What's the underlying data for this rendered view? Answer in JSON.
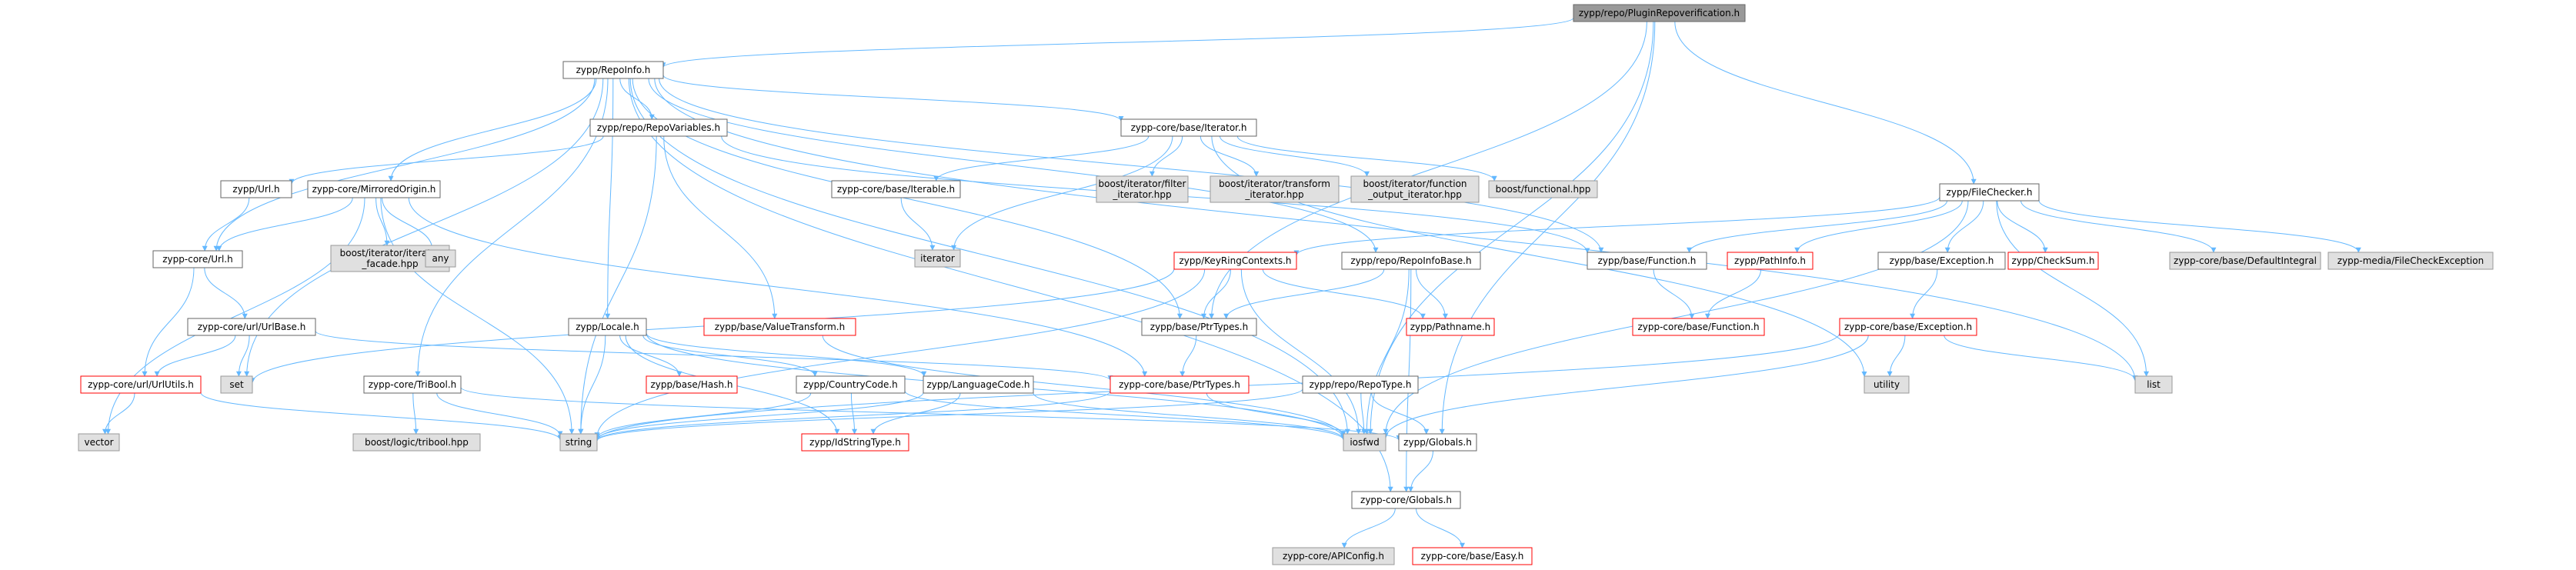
{
  "graph": {
    "nodes": [
      {
        "id": "root",
        "lines": [
          "zypp/repo/PluginRepoverification.h"
        ],
        "style": "root"
      },
      {
        "id": "repoinfo",
        "lines": [
          "zypp/RepoInfo.h"
        ],
        "style": "normal"
      },
      {
        "id": "filechecker",
        "lines": [
          "zypp/FileChecker.h"
        ],
        "style": "normal"
      },
      {
        "id": "repovariables",
        "lines": [
          "zypp/repo/RepoVariables.h"
        ],
        "style": "normal"
      },
      {
        "id": "iterator_h",
        "lines": [
          "zypp-core/base/Iterator.h"
        ],
        "style": "normal"
      },
      {
        "id": "url_h",
        "lines": [
          "zypp/Url.h"
        ],
        "style": "normal"
      },
      {
        "id": "mirroredorigin",
        "lines": [
          "zypp-core/MirroredOrigin.h"
        ],
        "style": "normal"
      },
      {
        "id": "iterable",
        "lines": [
          "zypp-core/base/Iterable.h"
        ],
        "style": "normal"
      },
      {
        "id": "filter_iter",
        "lines": [
          "boost/iterator/filter",
          "_iterator.hpp"
        ],
        "style": "gray"
      },
      {
        "id": "transform_iter",
        "lines": [
          "boost/iterator/transform",
          "_iterator.hpp"
        ],
        "style": "gray"
      },
      {
        "id": "function_output_iter",
        "lines": [
          "boost/iterator/function",
          "_output_iterator.hpp"
        ],
        "style": "gray"
      },
      {
        "id": "boost_functional",
        "lines": [
          "boost/functional.hpp"
        ],
        "style": "gray"
      },
      {
        "id": "iterator_std",
        "lines": [
          "iterator"
        ],
        "style": "gray"
      },
      {
        "id": "iterator_facade",
        "lines": [
          "boost/iterator/iterator",
          "_facade.hpp"
        ],
        "style": "gray"
      },
      {
        "id": "any",
        "lines": [
          "any"
        ],
        "style": "gray"
      },
      {
        "id": "corepkg_url",
        "lines": [
          "zypp-core/Url.h"
        ],
        "style": "normal"
      },
      {
        "id": "keyring",
        "lines": [
          "zypp/KeyRingContexts.h"
        ],
        "style": "red"
      },
      {
        "id": "repoinfobase",
        "lines": [
          "zypp/repo/RepoInfoBase.h"
        ],
        "style": "normal"
      },
      {
        "id": "base_function",
        "lines": [
          "zypp/base/Function.h"
        ],
        "style": "normal"
      },
      {
        "id": "pathinfo",
        "lines": [
          "zypp/PathInfo.h"
        ],
        "style": "red"
      },
      {
        "id": "base_exception",
        "lines": [
          "zypp/base/Exception.h"
        ],
        "style": "normal"
      },
      {
        "id": "checksum",
        "lines": [
          "zypp/CheckSum.h"
        ],
        "style": "red"
      },
      {
        "id": "defaultintegral",
        "lines": [
          "zypp-core/base/DefaultIntegral"
        ],
        "style": "gray"
      },
      {
        "id": "filecheckexception",
        "lines": [
          "zypp-media/FileCheckException"
        ],
        "style": "gray"
      },
      {
        "id": "urlbase",
        "lines": [
          "zypp-core/url/UrlBase.h"
        ],
        "style": "normal"
      },
      {
        "id": "locale",
        "lines": [
          "zypp/Locale.h"
        ],
        "style": "normal"
      },
      {
        "id": "valuetransform",
        "lines": [
          "zypp/base/ValueTransform.h"
        ],
        "style": "red"
      },
      {
        "id": "ptrtypes",
        "lines": [
          "zypp/base/PtrTypes.h"
        ],
        "style": "normal"
      },
      {
        "id": "pathname",
        "lines": [
          "zypp/Pathname.h"
        ],
        "style": "red"
      },
      {
        "id": "core_function",
        "lines": [
          "zypp-core/base/Function.h"
        ],
        "style": "red"
      },
      {
        "id": "core_exception",
        "lines": [
          "zypp-core/base/Exception.h"
        ],
        "style": "red"
      },
      {
        "id": "urlutils",
        "lines": [
          "zypp-core/url/UrlUtils.h"
        ],
        "style": "red"
      },
      {
        "id": "set",
        "lines": [
          "set"
        ],
        "style": "gray"
      },
      {
        "id": "hash",
        "lines": [
          "zypp/base/Hash.h"
        ],
        "style": "red"
      },
      {
        "id": "countrycode",
        "lines": [
          "zypp/CountryCode.h"
        ],
        "style": "normal"
      },
      {
        "id": "languagecode",
        "lines": [
          "zypp/LanguageCode.h"
        ],
        "style": "normal"
      },
      {
        "id": "core_ptrtypes",
        "lines": [
          "zypp-core/base/PtrTypes.h"
        ],
        "style": "red"
      },
      {
        "id": "repotype",
        "lines": [
          "zypp/repo/RepoType.h"
        ],
        "style": "normal"
      },
      {
        "id": "utility",
        "lines": [
          "utility"
        ],
        "style": "gray"
      },
      {
        "id": "list",
        "lines": [
          "list"
        ],
        "style": "gray"
      },
      {
        "id": "tribool",
        "lines": [
          "zypp-core/TriBool.h"
        ],
        "style": "normal"
      },
      {
        "id": "vector",
        "lines": [
          "vector"
        ],
        "style": "gray"
      },
      {
        "id": "boost_tribool",
        "lines": [
          "boost/logic/tribool.hpp"
        ],
        "style": "gray"
      },
      {
        "id": "string",
        "lines": [
          "string"
        ],
        "style": "gray"
      },
      {
        "id": "idstringtype",
        "lines": [
          "zypp/IdStringType.h"
        ],
        "style": "red"
      },
      {
        "id": "iosfwd",
        "lines": [
          "iosfwd"
        ],
        "style": "gray"
      },
      {
        "id": "globals",
        "lines": [
          "zypp/Globals.h"
        ],
        "style": "normal"
      },
      {
        "id": "core_globals",
        "lines": [
          "zypp-core/Globals.h"
        ],
        "style": "normal"
      },
      {
        "id": "apiconfig",
        "lines": [
          "zypp-core/APIConfig.h"
        ],
        "style": "gray"
      },
      {
        "id": "easy",
        "lines": [
          "zypp-core/base/Easy.h"
        ],
        "style": "red"
      }
    ],
    "edges": [
      [
        "root",
        "repoinfo"
      ],
      [
        "root",
        "filechecker"
      ],
      [
        "root",
        "ptrtypes"
      ],
      [
        "root",
        "iosfwd"
      ],
      [
        "root",
        "globals"
      ],
      [
        "repoinfo",
        "repovariables"
      ],
      [
        "repoinfo",
        "iterator_h"
      ],
      [
        "repoinfo",
        "corepkg_url"
      ],
      [
        "repoinfo",
        "mirroredorigin"
      ],
      [
        "repoinfo",
        "repoinfobase"
      ],
      [
        "repoinfo",
        "base_function"
      ],
      [
        "repoinfo",
        "locale"
      ],
      [
        "repoinfo",
        "tribool"
      ],
      [
        "repoinfo",
        "set"
      ],
      [
        "repoinfo",
        "list"
      ],
      [
        "repoinfo",
        "core_globals"
      ],
      [
        "repoinfo",
        "ptrtypes"
      ],
      [
        "repoinfo",
        "iosfwd"
      ],
      [
        "repovariables",
        "url_h"
      ],
      [
        "repovariables",
        "valuetransform"
      ],
      [
        "repovariables",
        "string"
      ],
      [
        "repovariables",
        "base_function"
      ],
      [
        "iterator_h",
        "iterable"
      ],
      [
        "iterator_h",
        "filter_iter"
      ],
      [
        "iterator_h",
        "transform_iter"
      ],
      [
        "iterator_h",
        "function_output_iter"
      ],
      [
        "iterator_h",
        "boost_functional"
      ],
      [
        "iterator_h",
        "iterator_std"
      ],
      [
        "iterator_h",
        "utility"
      ],
      [
        "iterable",
        "iterator_std"
      ],
      [
        "url_h",
        "corepkg_url"
      ],
      [
        "mirroredorigin",
        "corepkg_url"
      ],
      [
        "mirroredorigin",
        "iterator_facade"
      ],
      [
        "mirroredorigin",
        "any"
      ],
      [
        "mirroredorigin",
        "vector"
      ],
      [
        "mirroredorigin",
        "string"
      ],
      [
        "mirroredorigin",
        "core_ptrtypes"
      ],
      [
        "corepkg_url",
        "urlbase"
      ],
      [
        "corepkg_url",
        "urlutils"
      ],
      [
        "urlbase",
        "urlutils"
      ],
      [
        "urlbase",
        "set"
      ],
      [
        "urlbase",
        "core_ptrtypes"
      ],
      [
        "urlutils",
        "vector"
      ],
      [
        "urlutils",
        "string"
      ],
      [
        "filechecker",
        "keyring"
      ],
      [
        "filechecker",
        "base_function"
      ],
      [
        "filechecker",
        "pathinfo"
      ],
      [
        "filechecker",
        "base_exception"
      ],
      [
        "filechecker",
        "checksum"
      ],
      [
        "filechecker",
        "defaultintegral"
      ],
      [
        "filechecker",
        "filecheckexception"
      ],
      [
        "filechecker",
        "list"
      ],
      [
        "filechecker",
        "iosfwd"
      ],
      [
        "keyring",
        "ptrtypes"
      ],
      [
        "keyring",
        "pathname"
      ],
      [
        "keyring",
        "string"
      ],
      [
        "keyring",
        "set"
      ],
      [
        "keyring",
        "iosfwd"
      ],
      [
        "repoinfobase",
        "ptrtypes"
      ],
      [
        "repoinfobase",
        "pathname"
      ],
      [
        "repoinfobase",
        "core_globals"
      ],
      [
        "repoinfobase",
        "iosfwd"
      ],
      [
        "base_function",
        "core_function"
      ],
      [
        "pathinfo",
        "core_function"
      ],
      [
        "base_exception",
        "core_exception"
      ],
      [
        "core_exception",
        "utility"
      ],
      [
        "core_exception",
        "list"
      ],
      [
        "core_exception",
        "iosfwd"
      ],
      [
        "core_exception",
        "string"
      ],
      [
        "ptrtypes",
        "core_ptrtypes"
      ],
      [
        "core_ptrtypes",
        "string"
      ],
      [
        "core_ptrtypes",
        "iosfwd"
      ],
      [
        "locale",
        "hash"
      ],
      [
        "locale",
        "countrycode"
      ],
      [
        "locale",
        "languagecode"
      ],
      [
        "locale",
        "string"
      ],
      [
        "locale",
        "idstringtype"
      ],
      [
        "locale",
        "iosfwd"
      ],
      [
        "valuetransform",
        "iosfwd"
      ],
      [
        "countrycode",
        "string"
      ],
      [
        "countrycode",
        "idstringtype"
      ],
      [
        "countrycode",
        "iosfwd"
      ],
      [
        "languagecode",
        "string"
      ],
      [
        "languagecode",
        "idstringtype"
      ],
      [
        "languagecode",
        "iosfwd"
      ],
      [
        "repotype",
        "iosfwd"
      ],
      [
        "repotype",
        "string"
      ],
      [
        "repotype",
        "globals"
      ],
      [
        "tribool",
        "boost_tribool"
      ],
      [
        "tribool",
        "string"
      ],
      [
        "tribool",
        "globals"
      ],
      [
        "globals",
        "core_globals"
      ],
      [
        "core_globals",
        "apiconfig"
      ],
      [
        "core_globals",
        "easy"
      ]
    ]
  },
  "colors": {
    "edge": "#63b8ff",
    "normal_border": "#666666",
    "normal_fill": "#ffffff",
    "root_fill": "#999999",
    "gray_fill": "#e0e0e0",
    "gray_border": "#999999",
    "red_border": "#ff0000",
    "text": "#000000"
  }
}
